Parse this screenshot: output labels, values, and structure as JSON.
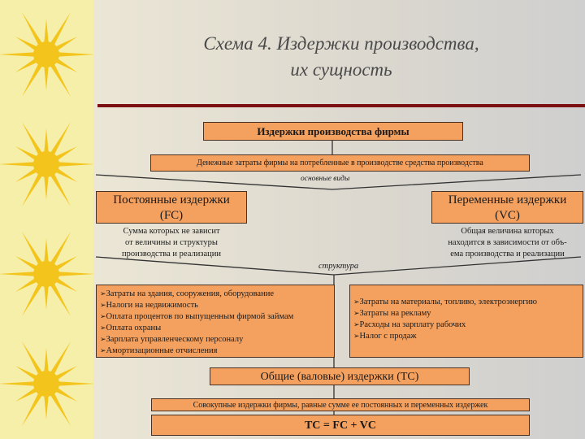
{
  "title": {
    "line1": "Схема 4. Издержки производства,",
    "line2": "их сущность"
  },
  "top_box": "Издержки производства фирмы",
  "definition": "Денежные затраты фирмы на потребленные в производстве средства производства",
  "main_types_label": "основные виды",
  "fixed": {
    "title_line1": "Постоянные издержки",
    "title_line2": "(FC)",
    "desc": [
      "Сумма которых не зависит",
      "от величины и структуры",
      "производства и реализации"
    ]
  },
  "variable": {
    "title_line1": "Переменные издержки",
    "title_line2": "(VC)",
    "desc": [
      "Общая величина которых",
      "находится в зависимости от объ-",
      "ема производства и реализации"
    ]
  },
  "structure_label": "структура",
  "fixed_items": [
    "Затраты на здания, сооружения, оборудование",
    "Налоги на недвижимость",
    "Оплата процентов по выпущенным фирмой займам",
    "Оплата охраны",
    "Зарплата управленческому персоналу",
    "Амортизационные отчисления"
  ],
  "variable_items": [
    "Затраты на материалы, топливо, электроэнергию",
    "Затраты на рекламу",
    "Расходы на зарплату рабочих",
    "Налог с продаж"
  ],
  "total": {
    "title": "Общие (валовые) издержки (ТС)",
    "desc": "Совокупные издержки фирмы, равные сумме ее постоянных и переменных издержек",
    "formula": "TC = FC + VC"
  },
  "colors": {
    "box_fill": "#f4a05e",
    "accent_rule": "#7b0f12",
    "sun": "#f3c51c",
    "left_strip": "#f6efaa"
  },
  "decor_icon": "sun-icon"
}
